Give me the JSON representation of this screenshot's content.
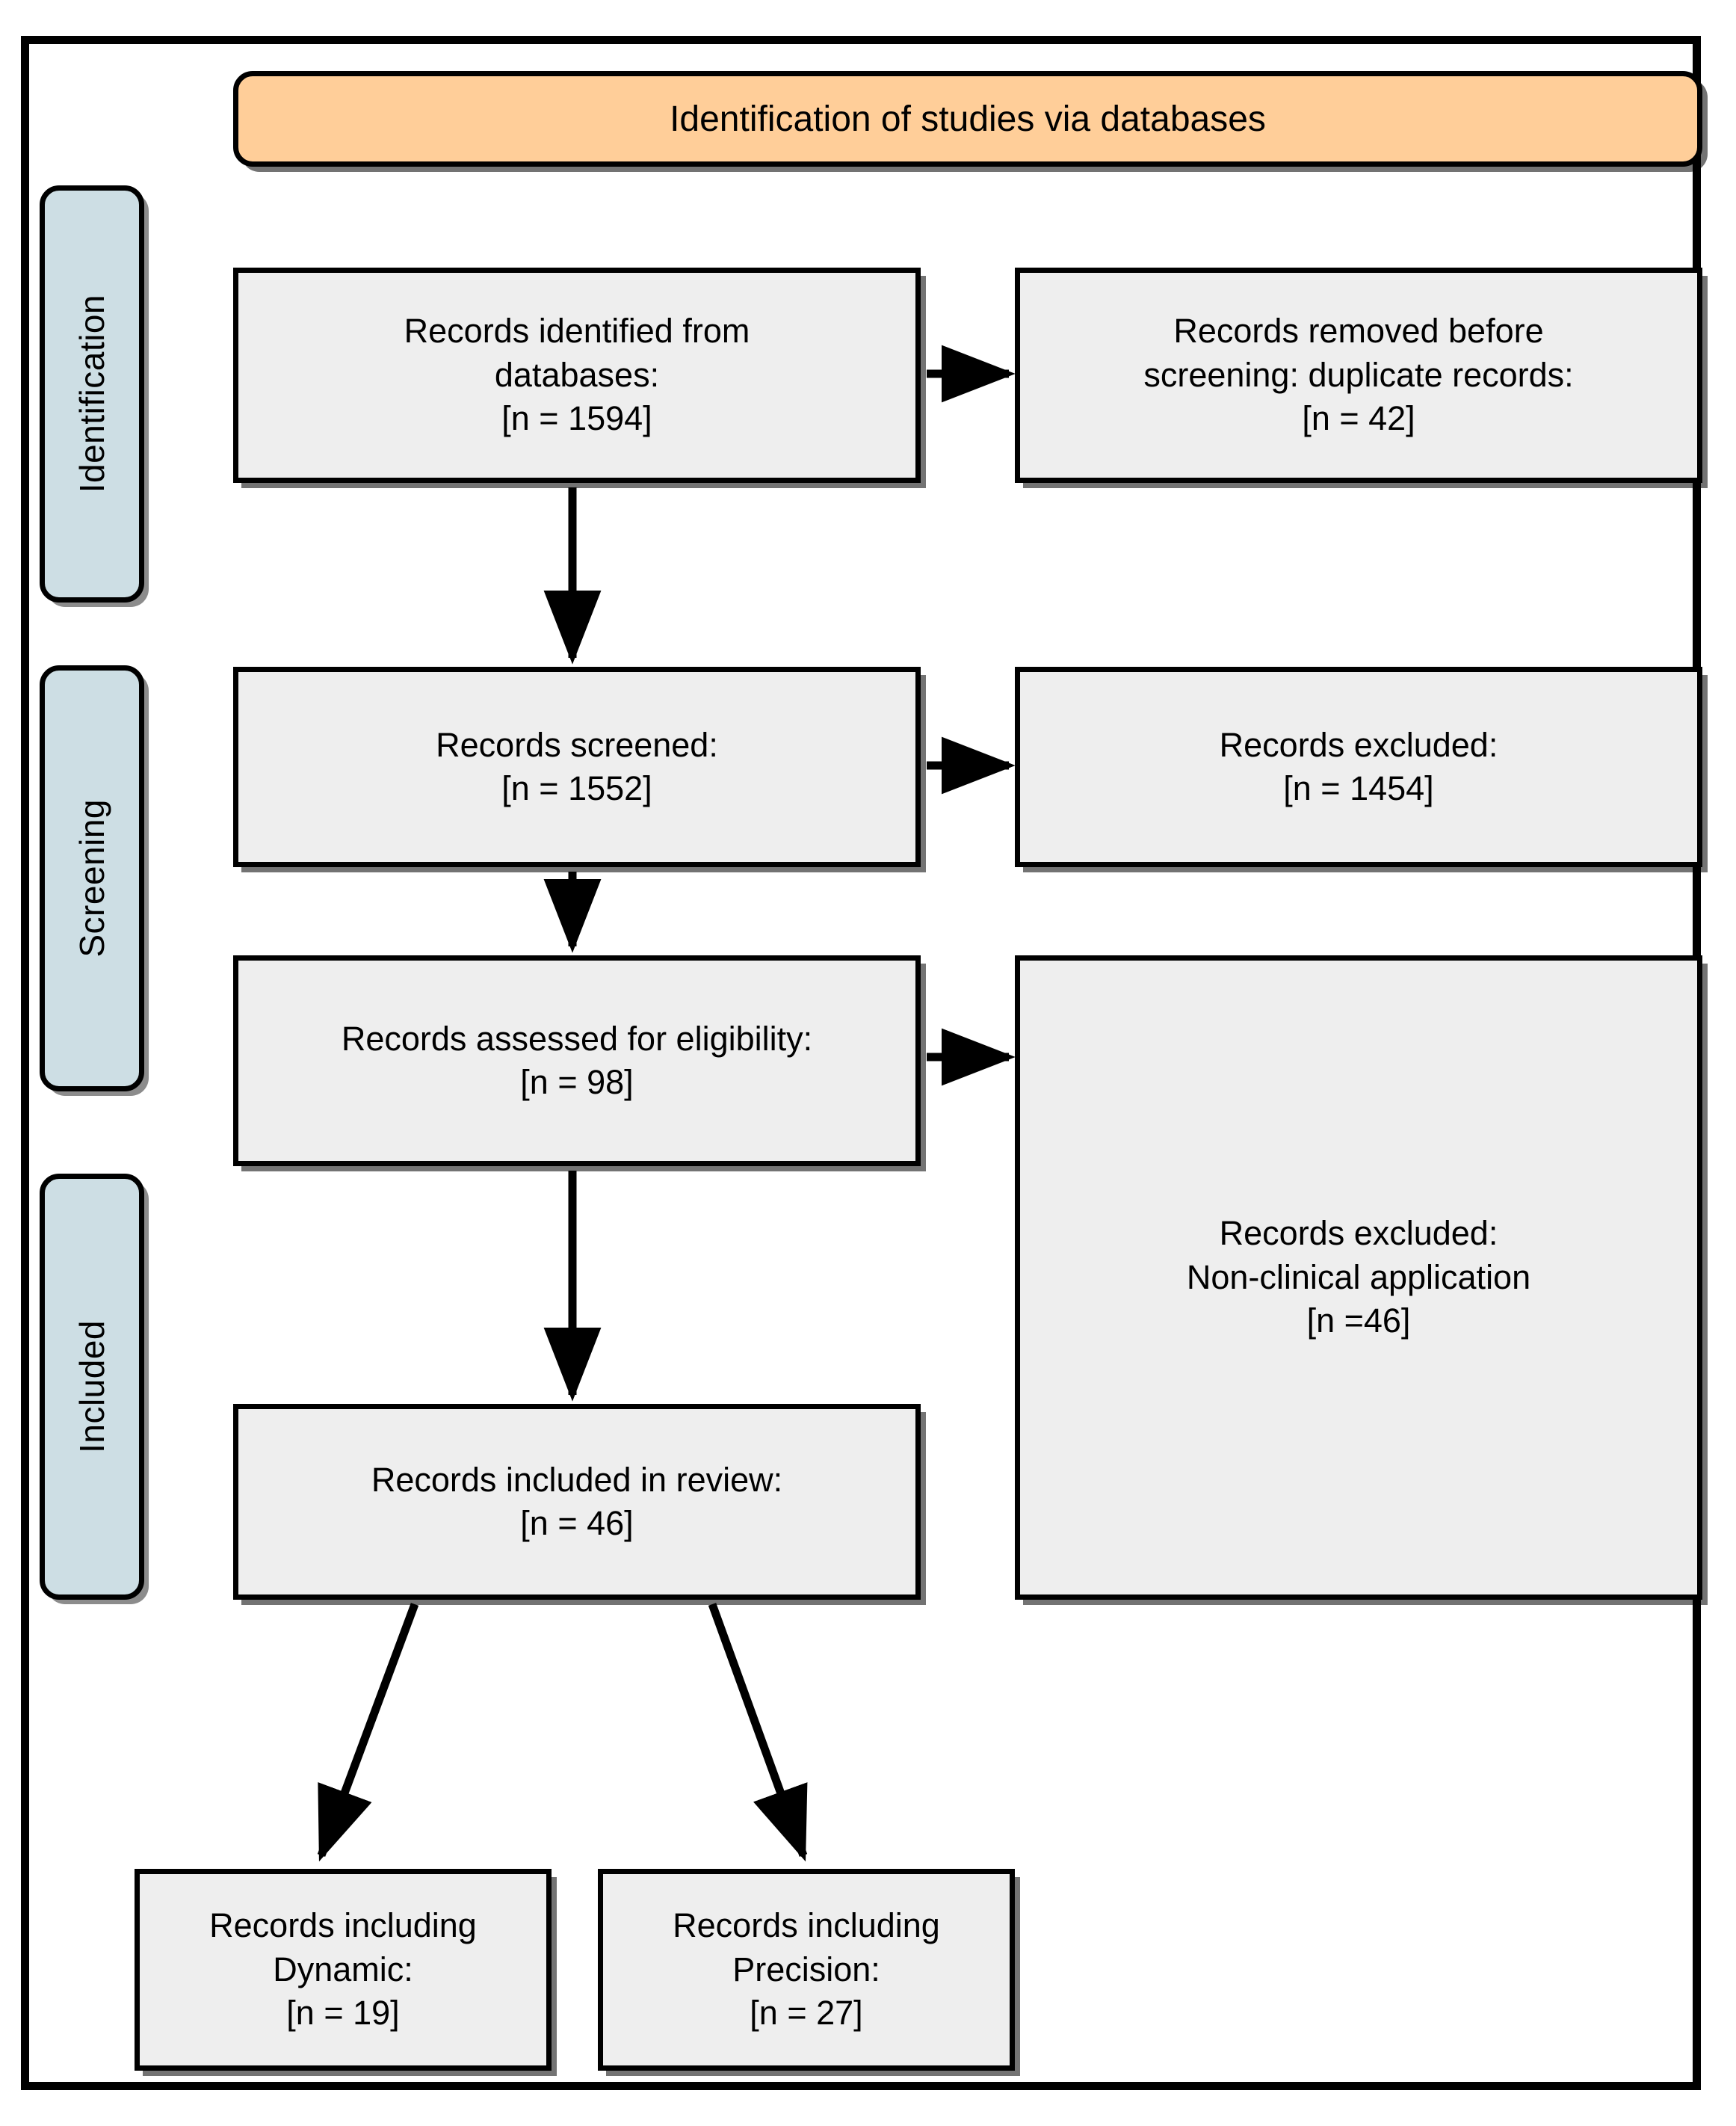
{
  "diagram": {
    "title": "Identification of studies via databases",
    "colors": {
      "header_fill": "#ffce99",
      "stage_tab_fill": "#cddee4",
      "box_fill": "#eeeeee",
      "border": "#000000"
    }
  },
  "stages": [
    {
      "id": "identification",
      "label": "Identification"
    },
    {
      "id": "screening",
      "label": "Screening"
    },
    {
      "id": "included",
      "label": "Included"
    }
  ],
  "nodes": {
    "identified": {
      "text": "Records identified from\ndatabases:\n[n = 1594]",
      "label": "Records identified from databases",
      "count": 1594
    },
    "removed": {
      "text": "Records removed before\nscreening: duplicate records:\n[n = 42]",
      "label": "Records removed before screening: duplicate records",
      "count": 42
    },
    "screened": {
      "text": "Records screened:\n[n = 1552]",
      "label": "Records screened",
      "count": 1552
    },
    "excluded_screening": {
      "text": "Records excluded:\n[n = 1454]",
      "label": "Records excluded",
      "count": 1454
    },
    "eligibility": {
      "text": "Records assessed for eligibility:\n[n = 98]",
      "label": "Records assessed for eligibility",
      "count": 98
    },
    "excluded_nonclinical": {
      "text": "Records excluded:\nNon-clinical application\n[n =46]",
      "label": "Records excluded: Non-clinical application",
      "count": 46
    },
    "included_review": {
      "text": "Records included in review:\n[n = 46]",
      "label": "Records included in review",
      "count": 46
    },
    "dynamic": {
      "text": "Records including\nDynamic:\n[n = 19]",
      "label": "Records including Dynamic",
      "count": 19
    },
    "precision": {
      "text": "Records including\nPrecision:\n[n = 27]",
      "label": "Records including Precision",
      "count": 27
    }
  },
  "chart_data": {
    "type": "diagram",
    "title": "Identification of studies via databases",
    "flow": [
      {
        "from": "identified",
        "to": "removed",
        "direction": "right"
      },
      {
        "from": "identified",
        "to": "screened",
        "direction": "down"
      },
      {
        "from": "screened",
        "to": "excluded_screening",
        "direction": "right"
      },
      {
        "from": "screened",
        "to": "eligibility",
        "direction": "down"
      },
      {
        "from": "eligibility",
        "to": "excluded_nonclinical",
        "direction": "right"
      },
      {
        "from": "eligibility",
        "to": "included_review",
        "direction": "down"
      },
      {
        "from": "included_review",
        "to": "dynamic",
        "direction": "down-left"
      },
      {
        "from": "included_review",
        "to": "precision",
        "direction": "down-right"
      }
    ]
  }
}
